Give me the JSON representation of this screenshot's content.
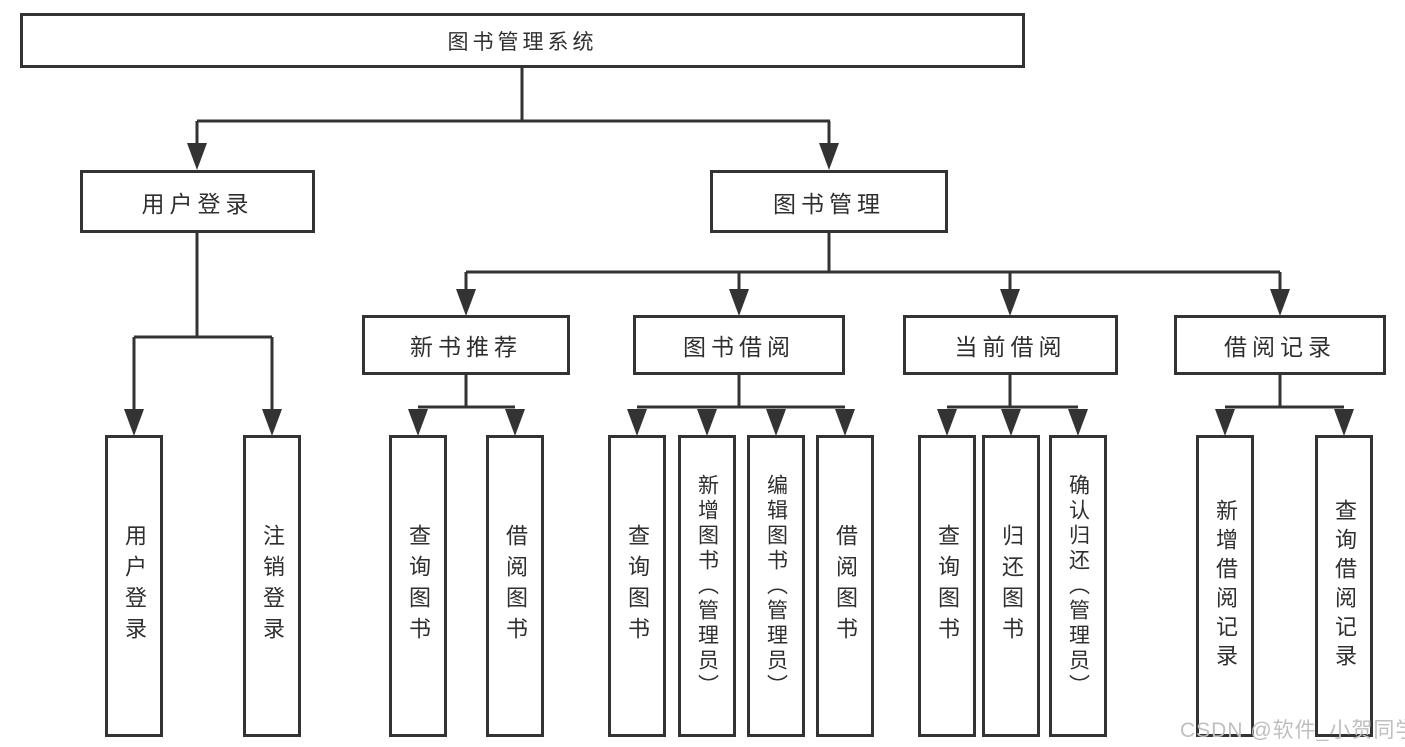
{
  "tree": {
    "root": "图书管理系统",
    "level2": [
      {
        "label": "用户登录"
      },
      {
        "label": "图书管理"
      }
    ],
    "level3": [
      {
        "label": "新书推荐",
        "parent": "图书管理"
      },
      {
        "label": "图书借阅",
        "parent": "图书管理"
      },
      {
        "label": "当前借阅",
        "parent": "图书管理"
      },
      {
        "label": "借阅记录",
        "parent": "图书管理"
      }
    ],
    "leaves": [
      {
        "label": "用户登录",
        "parent": "用户登录"
      },
      {
        "label": "注销登录",
        "parent": "用户登录"
      },
      {
        "label": "查询图书",
        "parent": "新书推荐"
      },
      {
        "label": "借阅图书",
        "parent": "新书推荐"
      },
      {
        "label": "查询图书",
        "parent": "图书借阅"
      },
      {
        "label": "新增图书（管理员）",
        "parent": "图书借阅"
      },
      {
        "label": "编辑图书（管理员）",
        "parent": "图书借阅"
      },
      {
        "label": "借阅图书",
        "parent": "图书借阅"
      },
      {
        "label": "查询图书",
        "parent": "当前借阅"
      },
      {
        "label": "归还图书",
        "parent": "当前借阅"
      },
      {
        "label": "确认归还（管理员）",
        "parent": "当前借阅"
      },
      {
        "label": "新增借阅记录",
        "parent": "借阅记录"
      },
      {
        "label": "查询借阅记录",
        "parent": "借阅记录"
      }
    ]
  },
  "watermark": "CSDN @软件_小贺同学",
  "colors": {
    "line": "#333333",
    "text": "#2f2f2f",
    "watermark": "#bfbfbf",
    "background": "#ffffff"
  }
}
